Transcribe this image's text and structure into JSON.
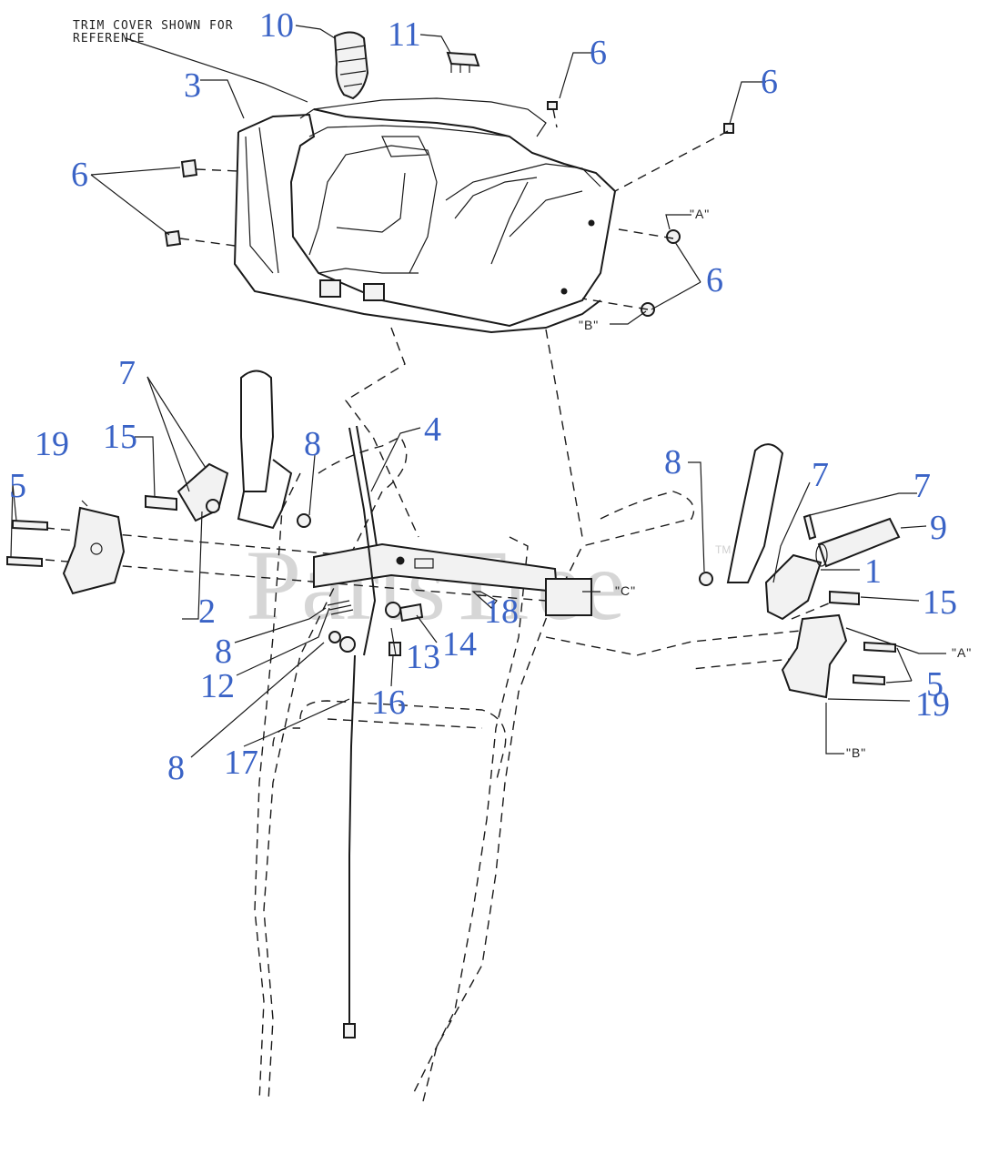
{
  "note": {
    "line1": "TRIM COVER SHOWN FOR",
    "line2": "REFERENCE"
  },
  "watermark": {
    "text": "PartsTree",
    "tm": "TM"
  },
  "refs": {
    "a_top": "\"A\"",
    "b_top": "\"B\"",
    "c_mid": "\"C\"",
    "a_right": "\"A\"",
    "b_bottom": "\"B\""
  },
  "callouts": {
    "c10": "10",
    "c11": "11",
    "c6a": "6",
    "c6b": "6",
    "c3": "3",
    "c6c": "6",
    "c6d": "6",
    "c7a": "7",
    "c19a": "19",
    "c15a": "15",
    "c8a": "8",
    "c4": "4",
    "c5a": "5",
    "c2": "2",
    "c8b": "8",
    "c12": "12",
    "c13": "13",
    "c14": "14",
    "c18": "18",
    "c16": "16",
    "c8c": "8",
    "c17": "17",
    "c8d": "8",
    "c7b": "7",
    "c7c": "7",
    "c9": "9",
    "c1": "1",
    "c15b": "15",
    "c5b": "5",
    "c19b": "19"
  }
}
